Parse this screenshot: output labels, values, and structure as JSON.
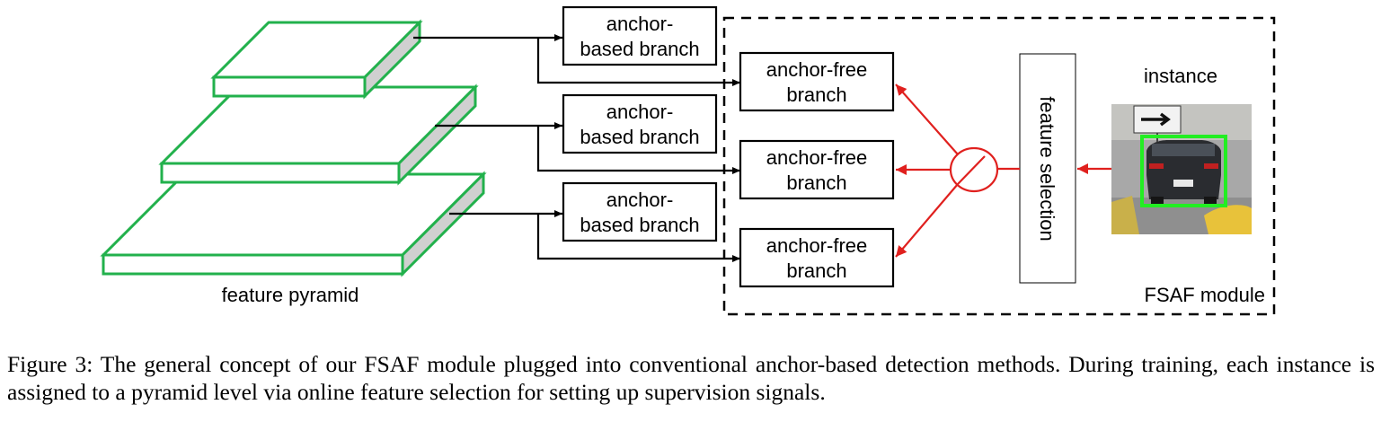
{
  "diagram": {
    "pyramid_label": "feature pyramid",
    "anchor_based": [
      {
        "line1": "anchor-",
        "line2": "based branch"
      },
      {
        "line1": "anchor-",
        "line2": "based branch"
      },
      {
        "line1": "anchor-",
        "line2": "based branch"
      }
    ],
    "anchor_free": [
      {
        "line1": "anchor-free",
        "line2": "branch"
      },
      {
        "line1": "anchor-free",
        "line2": "branch"
      },
      {
        "line1": "anchor-free",
        "line2": "branch"
      }
    ],
    "feature_selection": "feature selection",
    "instance_label": "instance",
    "module_label": "FSAF module",
    "colors": {
      "pyramid_edge": "#22b14c",
      "pyramid_side": "#d0d0d0",
      "selection_arrow": "#e0201e",
      "bbox": "#22ee22"
    }
  },
  "caption": "Figure 3: The general concept of our FSAF module plugged into conventional anchor-based detection methods. During training, each instance is assigned to a pyramid level via online feature selection for setting up supervision signals."
}
